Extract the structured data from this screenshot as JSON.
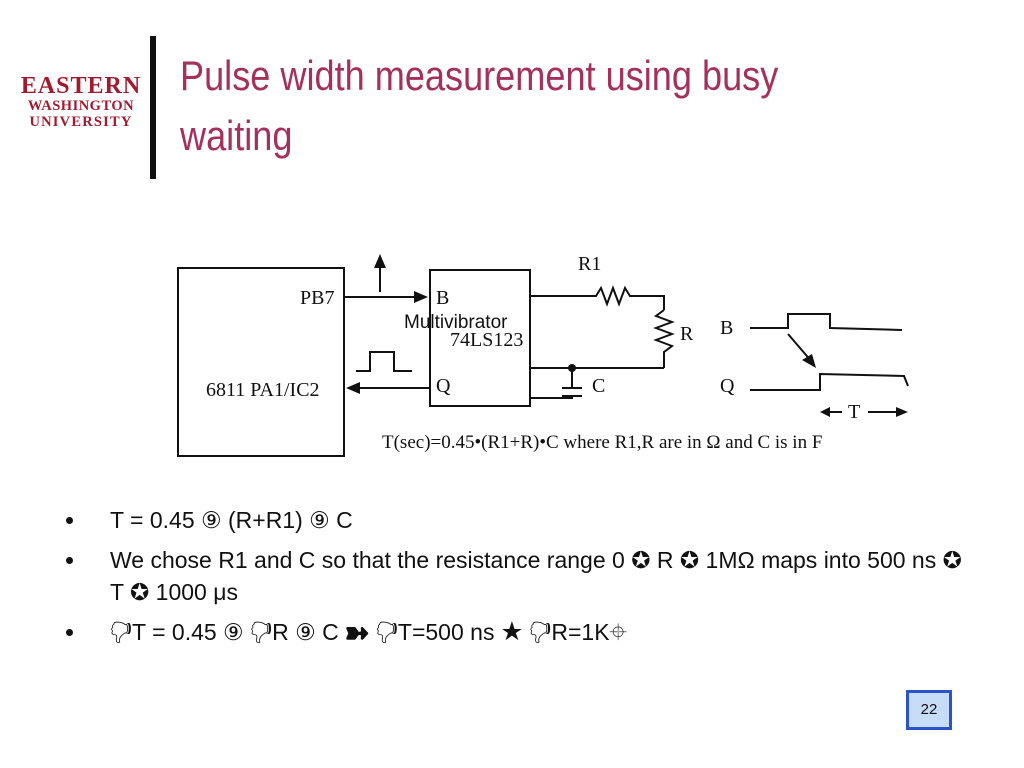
{
  "logo": {
    "line1": "EASTERN",
    "line2": "WASHINGTON",
    "line3": "UNIVERSITY"
  },
  "title": "Pulse width measurement using busy waiting",
  "figure": {
    "pb7": "PB7",
    "pa1": "6811 PA1/IC2",
    "pin_b": "B",
    "pin_q": "Q",
    "chip": "74LS123",
    "overlay": "Multivibrator",
    "r1": "R1",
    "r": "R",
    "c": "C",
    "wave_b": "B",
    "wave_q": "Q",
    "t_label": "T",
    "formula": "T(sec)=0.45•(R1+R)•C where R1,R are in Ω and C is in F"
  },
  "bullets": [
    "T = 0.45  ⑨  (R+R1)  ⑨  C",
    "We chose R1 and C so that the resistance range 0  ✪  R  ✪  1MΩ maps into 500 ns  ✪  T  ✪  1000 μs",
    "🖓T = 0.45  ⑨  🖓R  ⑨  C   ➽  🖓T=500 ns  ★  🖓R=1K⌖"
  ],
  "page_number": "22"
}
